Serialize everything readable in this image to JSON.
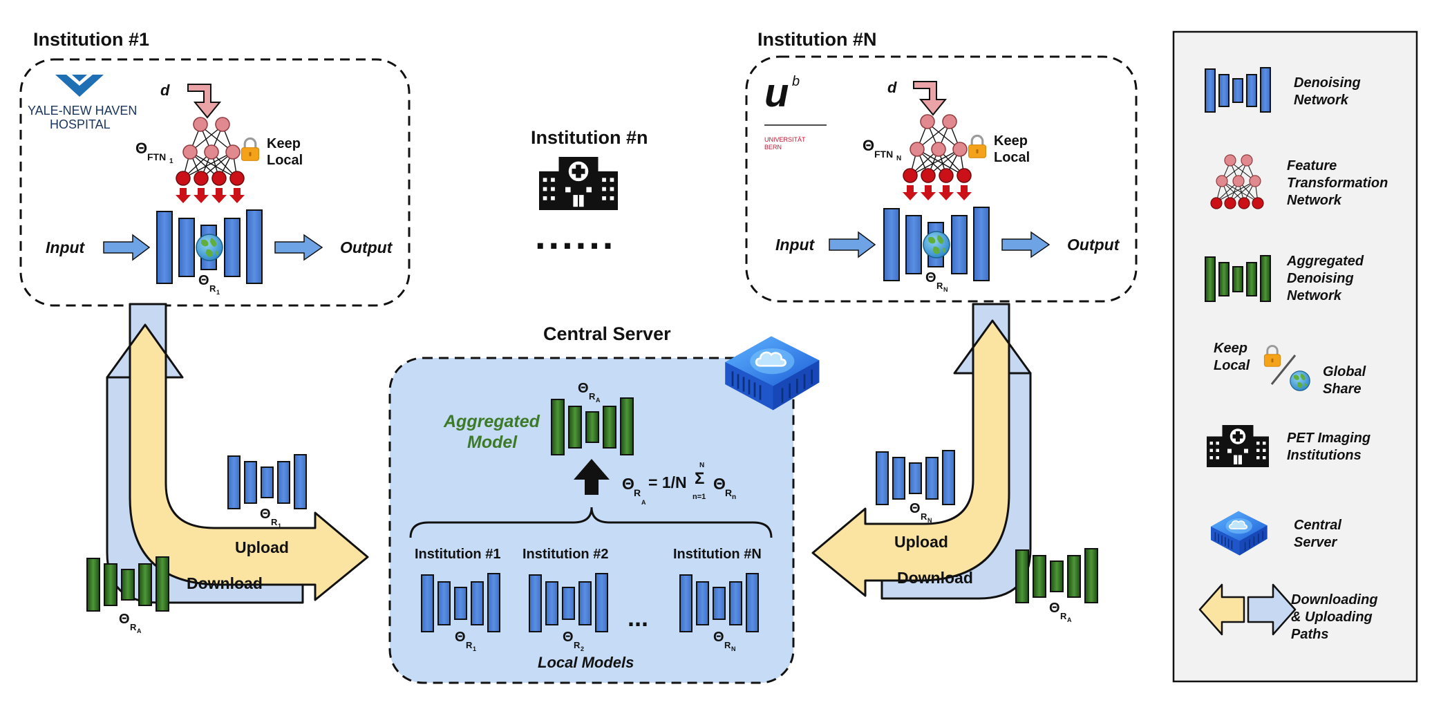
{
  "institution_1": {
    "title": "Institution #1",
    "logo_text": [
      "YALE-NEW HAVEN",
      "HOSPITAL"
    ],
    "d_label": "d",
    "ftn_label": "Θ",
    "ftn_sub": "FTN",
    "ftn_subsub": "1",
    "keep_label": [
      "Keep",
      "Local"
    ],
    "input_label": "Input",
    "output_label": "Output",
    "r_label": "Θ",
    "r_sub": "R",
    "r_subsub": "1"
  },
  "institution_n": {
    "title": "Institution #n",
    "dots": "......"
  },
  "institution_N": {
    "title": "Institution #N",
    "logo_u": "u",
    "logo_b": "b",
    "logo_text": [
      "UNIVERSITÄT",
      "BERN"
    ],
    "d_label": "d",
    "ftn_label": "Θ",
    "ftn_sub": "FTN",
    "ftn_subsub": "N",
    "keep_label": [
      "Keep",
      "Local"
    ],
    "input_label": "Input",
    "output_label": "Output",
    "r_label": "Θ",
    "r_sub": "R",
    "r_subsub": "N"
  },
  "central_server": {
    "title": "Central Server",
    "aggregated_label": [
      "Aggregated",
      "Model"
    ],
    "theta_ra": "Θ",
    "ra_sub": "R",
    "ra_subsub": "A",
    "formula": {
      "theta": "Θ",
      "r": "R",
      "a": "A",
      "eq": "= 1/N",
      "sigma": "Σ",
      "sup": "N",
      "sub": "n=1",
      "theta2": "Θ",
      "rn": "R",
      "n": "n"
    },
    "locals": [
      {
        "label": "Institution #1",
        "theta": "Θ",
        "sub": "R",
        "subsub": "1"
      },
      {
        "label": "Institution #2",
        "theta": "Θ",
        "sub": "R",
        "subsub": "2"
      },
      {
        "label": "Institution #N",
        "theta": "Θ",
        "sub": "R",
        "subsub": "N"
      }
    ],
    "ellipsis": "...",
    "local_models_label": "Local Models"
  },
  "paths_left": {
    "upload": "Upload",
    "download": "Download",
    "theta_r": "Θ",
    "r_sub": "R",
    "r_subsub": "1",
    "theta_a": "Θ",
    "a_sub": "R",
    "a_subsub": "A"
  },
  "paths_right": {
    "upload": "Upload",
    "download": "Download",
    "theta_r": "Θ",
    "r_sub": "R",
    "r_subsub": "N",
    "theta_a": "Θ",
    "a_sub": "R",
    "a_subsub": "A"
  },
  "legend": {
    "items": [
      {
        "icon": "denoising-network-icon",
        "label": [
          "Denoising",
          "Network"
        ]
      },
      {
        "icon": "feature-transformation-network-icon",
        "label": [
          "Feature",
          "Transformation",
          "Network"
        ]
      },
      {
        "icon": "aggregated-denoising-network-icon",
        "label": [
          "Aggregated",
          "Denoising",
          "Network"
        ]
      },
      {
        "icon": "keep-local-global-share-icon",
        "label_left": [
          "Keep",
          "Local"
        ],
        "label": [
          "Global",
          "Share"
        ]
      },
      {
        "icon": "hospital-icon",
        "label": [
          "PET Imaging",
          "Institutions"
        ]
      },
      {
        "icon": "central-server-icon",
        "label": [
          "Central",
          "Server"
        ]
      },
      {
        "icon": "double-arrow-icon",
        "label": [
          "Downloading",
          "& Uploading",
          "Paths"
        ]
      }
    ]
  },
  "colors": {
    "blue_block": "#4a7fd6",
    "green_block": "#3a7a28",
    "yellow_arrow": "#fbe3a2",
    "lightblue_arrow": "#c7d9f2",
    "pink_node": "#e08a8f",
    "red_node": "#cc1018",
    "server_bg": "#c6dbf5",
    "legend_bg": "#f2f2f2"
  }
}
